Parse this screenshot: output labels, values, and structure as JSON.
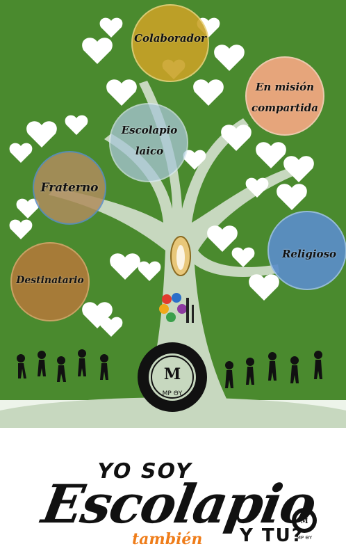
{
  "labels": {
    "colaborador": "Colaborador",
    "mision_line1": "En misión",
    "mision_line2": "compartida",
    "escolapio_line1": "Escolapio",
    "escolapio_line2": "laico",
    "fraterno": "Fraterno",
    "religioso": "Religioso",
    "destinatario": "Destinatario"
  },
  "logo_text": {
    "mp": "MP ΘΥ",
    "mini_mp": "MP ΘΥ"
  },
  "slogan": {
    "yo_soy": "YO SOY",
    "escolapio": "Escolapio",
    "tambien": "también",
    "y_tu": "Y TU?"
  },
  "colors": {
    "background": "#4a8a2e",
    "tree": "#c7d8bf",
    "colaborador": "#c9a227",
    "mision": "#f4a882",
    "escolapio": "#a9c7d8",
    "fraterno": "#b08d5e",
    "religioso": "#5b8ec9",
    "destinatario": "#b07a3a",
    "tambien": "#ef7d1a"
  },
  "icons": [
    "heart-icon",
    "virgin-icon",
    "fi-logo-icon",
    "mp-seal-icon",
    "dancing-people-icon"
  ]
}
